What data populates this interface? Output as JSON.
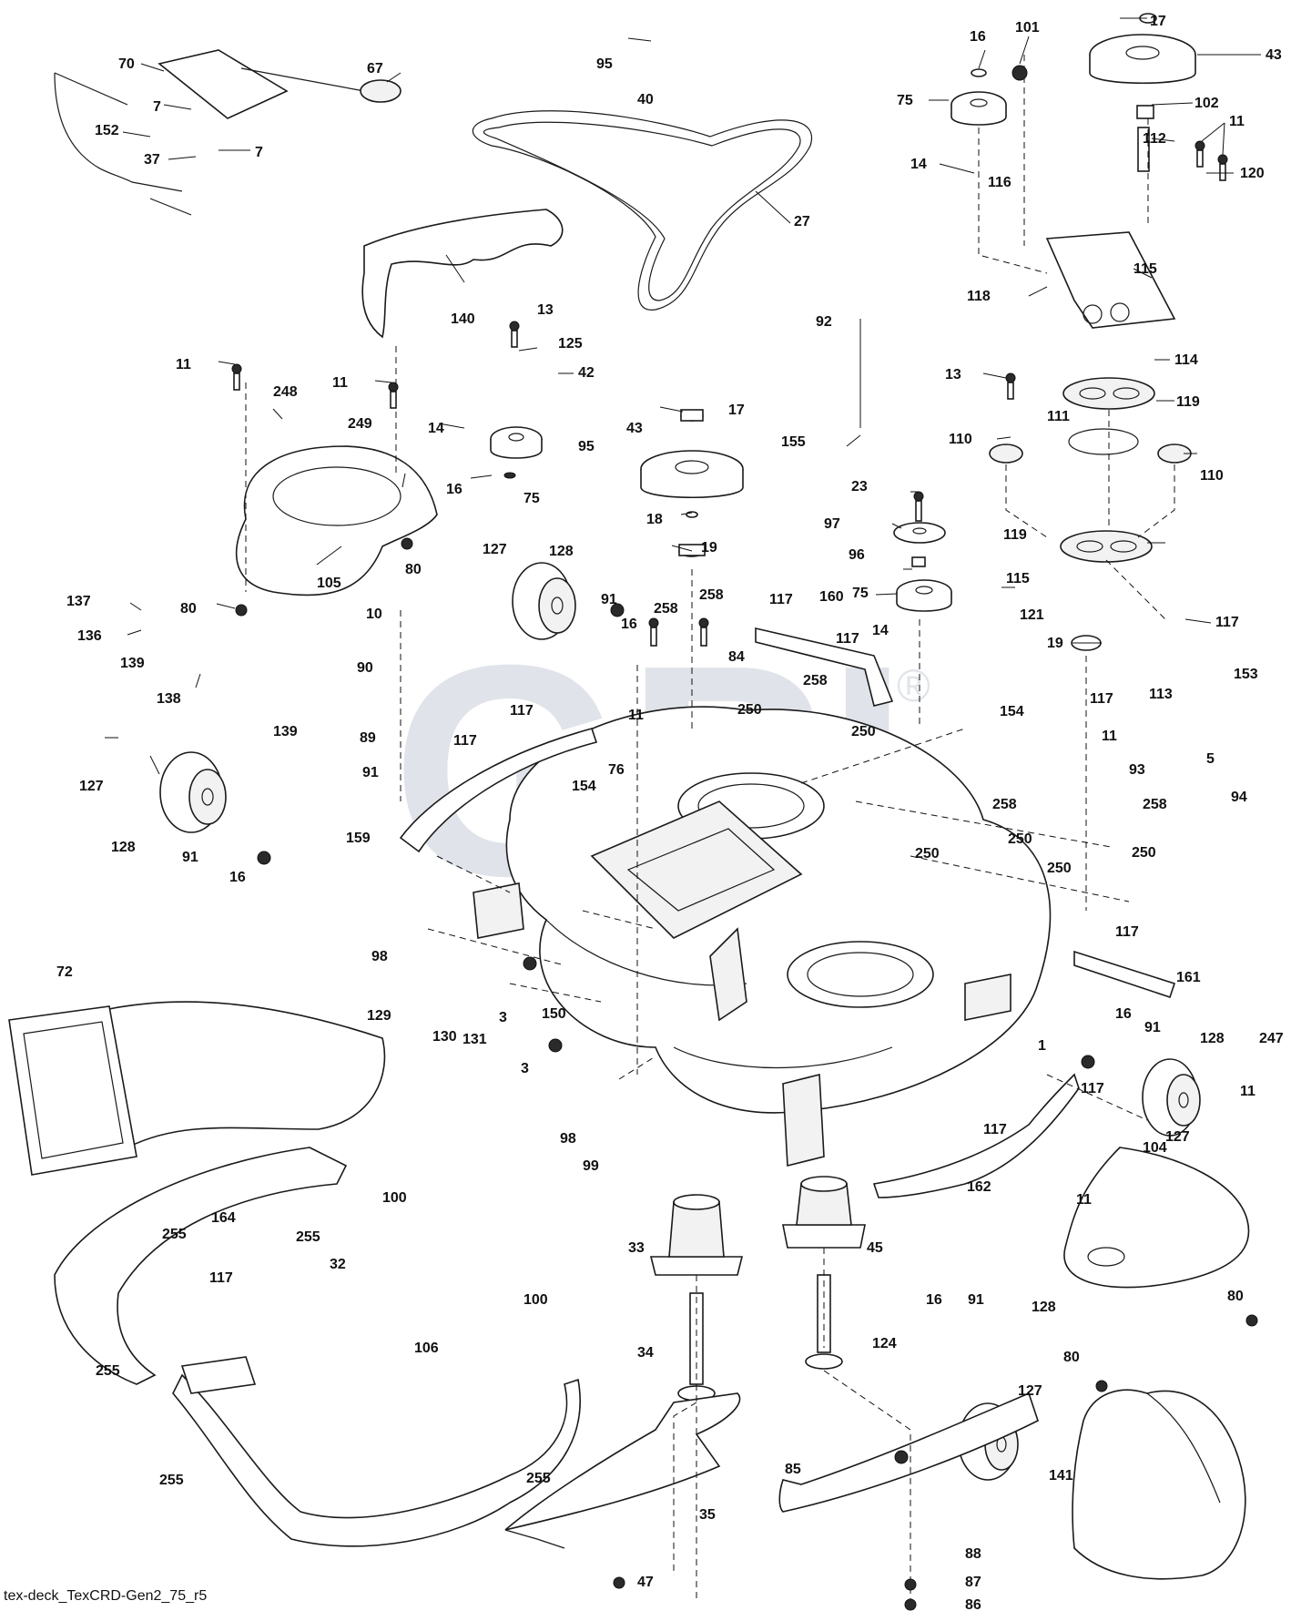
{
  "footer": {
    "caption": "tex-deck_TexCRD-Gen2_75_r5"
  },
  "watermark": {
    "text": "GPL",
    "registered": "®",
    "color": "#c7ced9"
  },
  "callouts": [
    "17",
    "43",
    "16",
    "101",
    "102",
    "75",
    "112",
    "11",
    "14",
    "116",
    "120",
    "115",
    "118",
    "13",
    "114",
    "119",
    "111",
    "110",
    "110",
    "119",
    "115",
    "121",
    "117",
    "19",
    "113",
    "153",
    "117",
    "95",
    "40",
    "27",
    "67",
    "70",
    "7",
    "152",
    "7",
    "37",
    "140",
    "13",
    "125",
    "42",
    "14",
    "95",
    "75",
    "16",
    "11",
    "248",
    "11",
    "249",
    "80",
    "105",
    "80",
    "92",
    "155",
    "43",
    "17",
    "18",
    "19",
    "23",
    "97",
    "96",
    "75",
    "137",
    "136",
    "139",
    "138",
    "139",
    "127",
    "128",
    "91",
    "16",
    "10",
    "90",
    "89",
    "91",
    "117",
    "117",
    "159",
    "127",
    "128",
    "91",
    "16",
    "258",
    "258",
    "117",
    "160",
    "117",
    "14",
    "84",
    "11",
    "76",
    "154",
    "258",
    "250",
    "250",
    "154",
    "11",
    "93",
    "5",
    "94",
    "258",
    "258",
    "250",
    "250",
    "250",
    "250",
    "98",
    "72",
    "129",
    "130",
    "131",
    "3",
    "150",
    "3",
    "117",
    "161",
    "16",
    "91",
    "128",
    "1",
    "117",
    "247",
    "11",
    "127",
    "98",
    "117",
    "162",
    "104",
    "11",
    "80",
    "80",
    "164",
    "255",
    "255",
    "99",
    "100",
    "100",
    "32",
    "106",
    "117",
    "255",
    "255",
    "255",
    "33",
    "34",
    "45",
    "124",
    "16",
    "91",
    "128",
    "127",
    "35",
    "47",
    "85",
    "88",
    "87",
    "86",
    "141"
  ]
}
